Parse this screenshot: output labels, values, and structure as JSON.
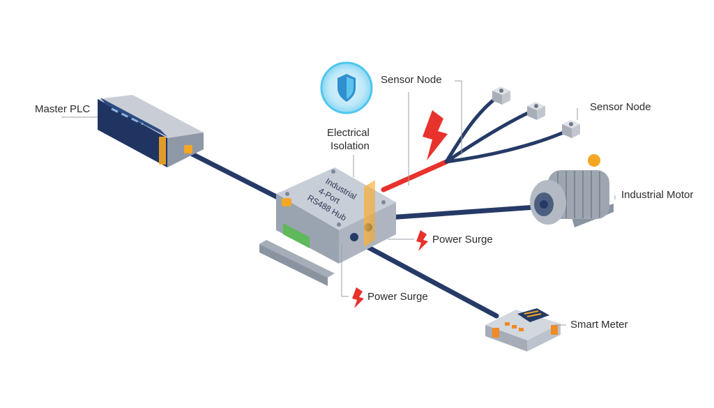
{
  "labels": {
    "master_plc": "Master PLC",
    "sensor_node_top": "Sensor Node",
    "sensor_node_right": "Sensor Node",
    "electrical_isolation_line1": "Electrical",
    "electrical_isolation_line2": "Isolation",
    "industrial_motor": "Industrial Motor",
    "power_surge_right": "Power Surge",
    "power_surge_bottom": "Power Surge",
    "smart_meter": "Smart Meter"
  },
  "hub": {
    "line1": "Industrial",
    "line2": "4-Port",
    "line3": "RS488 Hub"
  },
  "icons": {
    "shield": "shield-icon",
    "lightning": "lightning-bolt-icon"
  },
  "colors": {
    "cable": "#253a66",
    "surge": "#e8322c",
    "isolation": "#f5a623",
    "glow": "#4ec6ee",
    "device_gray": "#b9c0ca",
    "plc_navy": "#1f3461"
  }
}
